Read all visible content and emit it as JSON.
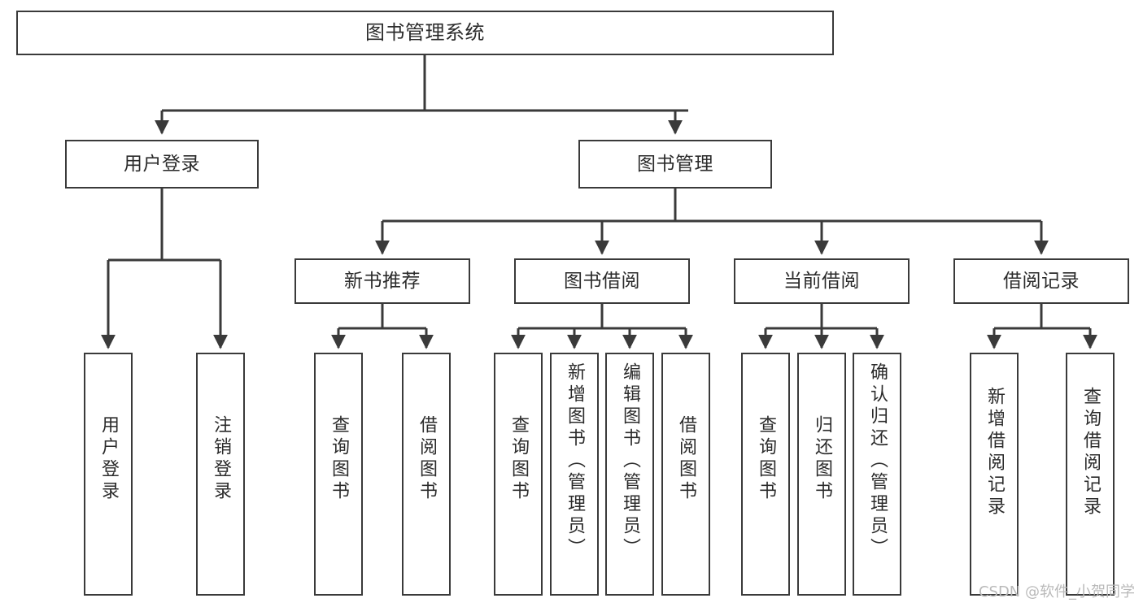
{
  "diagram": {
    "title": "图书管理系统",
    "type": "hierarchy-tree",
    "watermark": "CSDN @软件_小贺同学",
    "colors": {
      "stroke": "#3a3a3a",
      "fill": "#ffffff",
      "text": "#2b2b2b",
      "watermark": "#b9b9b9"
    },
    "levels": {
      "level1": [
        {
          "id": "root",
          "label": "图书管理系统"
        }
      ],
      "level2": [
        {
          "id": "user-login",
          "label": "用户登录"
        },
        {
          "id": "book-management",
          "label": "图书管理"
        }
      ],
      "level3": [
        {
          "id": "new-book-recommend",
          "label": "新书推荐",
          "parent": "book-management"
        },
        {
          "id": "book-borrow",
          "label": "图书借阅",
          "parent": "book-management"
        },
        {
          "id": "current-borrow",
          "label": "当前借阅",
          "parent": "book-management"
        },
        {
          "id": "borrow-record",
          "label": "借阅记录",
          "parent": "book-management"
        }
      ],
      "level4": [
        {
          "id": "leaf-user-login",
          "label": "用户登录",
          "parent": "user-login"
        },
        {
          "id": "leaf-logout",
          "label": "注销登录",
          "parent": "user-login"
        },
        {
          "id": "leaf-query-book-1",
          "label": "查询图书",
          "parent": "new-book-recommend"
        },
        {
          "id": "leaf-borrow-book-1",
          "label": "借阅图书",
          "parent": "new-book-recommend"
        },
        {
          "id": "leaf-query-book-2",
          "label": "查询图书",
          "parent": "book-borrow"
        },
        {
          "id": "leaf-add-book",
          "label": "新增图书（管理员）",
          "parent": "book-borrow"
        },
        {
          "id": "leaf-edit-book",
          "label": "编辑图书（管理员）",
          "parent": "book-borrow"
        },
        {
          "id": "leaf-borrow-book-2",
          "label": "借阅图书",
          "parent": "book-borrow"
        },
        {
          "id": "leaf-query-book-3",
          "label": "查询图书",
          "parent": "current-borrow"
        },
        {
          "id": "leaf-return-book",
          "label": "归还图书",
          "parent": "current-borrow"
        },
        {
          "id": "leaf-confirm-return",
          "label": "确认归还（管理员）",
          "parent": "current-borrow"
        },
        {
          "id": "leaf-add-record",
          "label": "新增借阅记录",
          "parent": "borrow-record"
        },
        {
          "id": "leaf-query-record",
          "label": "查询借阅记录",
          "parent": "borrow-record"
        }
      ]
    }
  }
}
